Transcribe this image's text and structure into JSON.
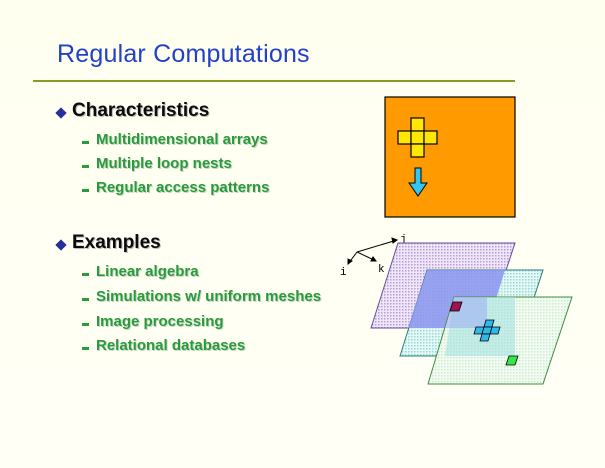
{
  "slide": {
    "title": "Regular Computations",
    "sections": [
      {
        "heading": "Characteristics",
        "items": [
          "Multidimensional arrays",
          "Multiple loop nests",
          "Regular access patterns"
        ]
      },
      {
        "heading": "Examples",
        "items": [
          "Linear algebra",
          "Simulations w/ uniform meshes",
          "Image processing",
          "Relational databases"
        ]
      }
    ],
    "diagram": {
      "axis_labels": {
        "j": "j",
        "i": "i",
        "k": "k"
      },
      "colors": {
        "orange_box": "#ff9b00",
        "stencil_cell": "#ffe800",
        "arrow": "#33c7ef",
        "plane_back": "#b79ad8",
        "plane_mid": "#8fd8d4",
        "plane_front": "#c8eec8",
        "overlap": "#8b93f0",
        "marker_red": "#a0134e",
        "marker_blue": "#2fb8e8",
        "marker_green": "#33e845"
      }
    }
  }
}
